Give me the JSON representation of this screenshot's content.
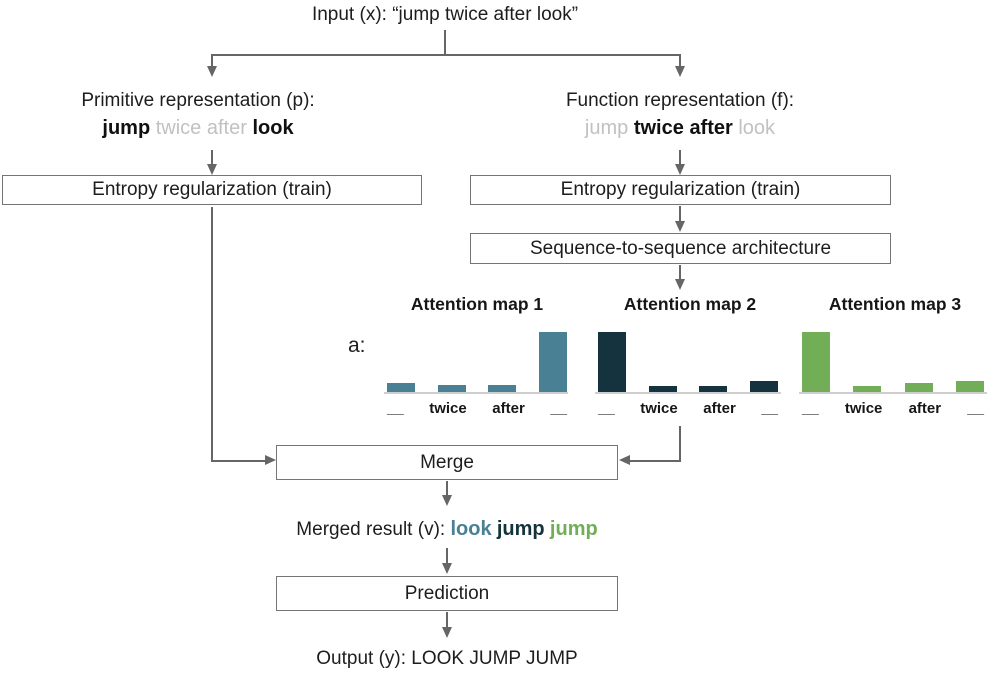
{
  "colors": {
    "teal": "#4a8093",
    "dark_navy": "#15333e",
    "green": "#71ae57",
    "deemphasized_word_gray": "#c1c1c1",
    "line_gray": "#666666",
    "box_border_gray": "#757575",
    "chart_baseline_gray": "#cfcfcf"
  },
  "input_label": "Input (x): “jump twice after look”",
  "primitive": {
    "title": "Primitive representation (p):",
    "words": [
      "jump",
      "twice",
      "after",
      "look"
    ]
  },
  "function": {
    "title": "Function representation (f):",
    "words": [
      "jump",
      "twice",
      "after",
      "look"
    ]
  },
  "boxes": {
    "entropy_left": "Entropy regularization (train)",
    "entropy_right": "Entropy regularization (train)",
    "seq2seq": "Sequence-to-sequence architecture",
    "merge": "Merge",
    "prediction": "Prediction"
  },
  "attention_axis_label": "a:",
  "chart_data": [
    {
      "type": "bar",
      "title": "Attention map 1",
      "categories": [
        "__",
        "twice",
        "after",
        "__"
      ],
      "values": [
        0.15,
        0.11,
        0.11,
        1.0
      ],
      "color": "#4a8093",
      "ylabel": "a",
      "ylim": [
        0,
        1
      ],
      "grid": false,
      "legend": "none"
    },
    {
      "type": "bar",
      "title": "Attention map 2",
      "categories": [
        "__",
        "twice",
        "after",
        "__"
      ],
      "values": [
        1.0,
        0.1,
        0.1,
        0.18
      ],
      "color": "#15333e",
      "ylabel": "a",
      "ylim": [
        0,
        1
      ],
      "grid": false,
      "legend": "none"
    },
    {
      "type": "bar",
      "title": "Attention map 3",
      "categories": [
        "__",
        "twice",
        "after",
        "__"
      ],
      "values": [
        1.0,
        0.1,
        0.15,
        0.18
      ],
      "color": "#71ae57",
      "ylabel": "a",
      "ylim": [
        0,
        1
      ],
      "grid": false,
      "legend": "none"
    }
  ],
  "merged_result": {
    "prefix": "Merged result (v):",
    "words": [
      {
        "text": "look",
        "color": "#4a8093"
      },
      {
        "text": "jump",
        "color": "#15333e"
      },
      {
        "text": "jump",
        "color": "#71ae57"
      }
    ]
  },
  "output_label": "Output (y): LOOK JUMP JUMP"
}
